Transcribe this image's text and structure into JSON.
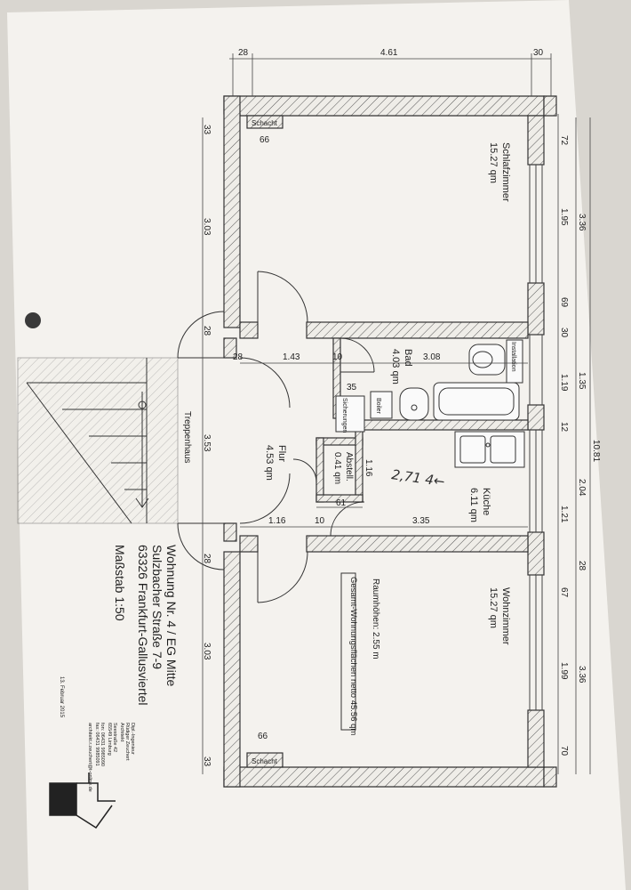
{
  "plan": {
    "dimensions": {
      "top": [
        "28",
        "4.61",
        "30"
      ],
      "left": [
        "33",
        "3.03",
        "28",
        "3.53",
        "28",
        "3.03",
        "33"
      ],
      "right_inner": [
        "72",
        "1.95",
        "69",
        "30",
        "1.19",
        "12",
        "2.04",
        "28",
        "67",
        "1.99",
        "70"
      ],
      "right_mid": [
        "3.36",
        "1.35",
        "1.21",
        "3.36"
      ],
      "right_total": "10.81",
      "interior": {
        "d28": "28",
        "d143": "1.43",
        "d10a": "10",
        "d308": "3.08",
        "d35": "35",
        "d116v": "1.16",
        "d61": "61",
        "d116h": "1.16",
        "d10b": "10",
        "d335": "3.35",
        "d66a": "66",
        "d66b": "66"
      }
    },
    "rooms": {
      "schlafzimmer": {
        "name": "Schlafzimmer",
        "area": "15.27 qm"
      },
      "wohnzimmer": {
        "name": "Wohnzimmer",
        "area": "15.27 qm"
      },
      "bad": {
        "name": "Bad",
        "area": "4.03 qm"
      },
      "kueche": {
        "name": "Küche",
        "area": "6.11 qm"
      },
      "flur": {
        "name": "Flur",
        "area": "4.53 qm"
      },
      "abstell": {
        "name": "Abstell.",
        "area": "0.41 qm"
      },
      "treppenhaus": {
        "name": "Treppenhaus"
      }
    },
    "fixtures": {
      "schacht": "Schacht",
      "installation": "Installation",
      "boiler": "Boiler",
      "sicherungen": "Sicherungen"
    },
    "handwritten_note": "2,71 4←",
    "info": {
      "raumhoehe": "Raumhöhen: 2.55 m",
      "gesamt": "Gesamt-Wohnungsflächen netto 45.56 qm"
    }
  },
  "title_block": {
    "line1": "Wohnung Nr. 4 / EG Mitte",
    "line2": "Sulzbacher Straße 7-9",
    "line3": "63326 Frankfurt-Gallusviertel",
    "scale": "Maßstab 1:50",
    "date": "13. Februar 2015",
    "architect": [
      "Dipl.-Ingenieur",
      "Rüdiger Zeuchert",
      "Architekt",
      "Seestraße 42",
      "65549 Limburg",
      "fon: 06431 9985090",
      "fax: 06431 9985091",
      "architekt.r.zeuchert@t-online.de"
    ]
  }
}
